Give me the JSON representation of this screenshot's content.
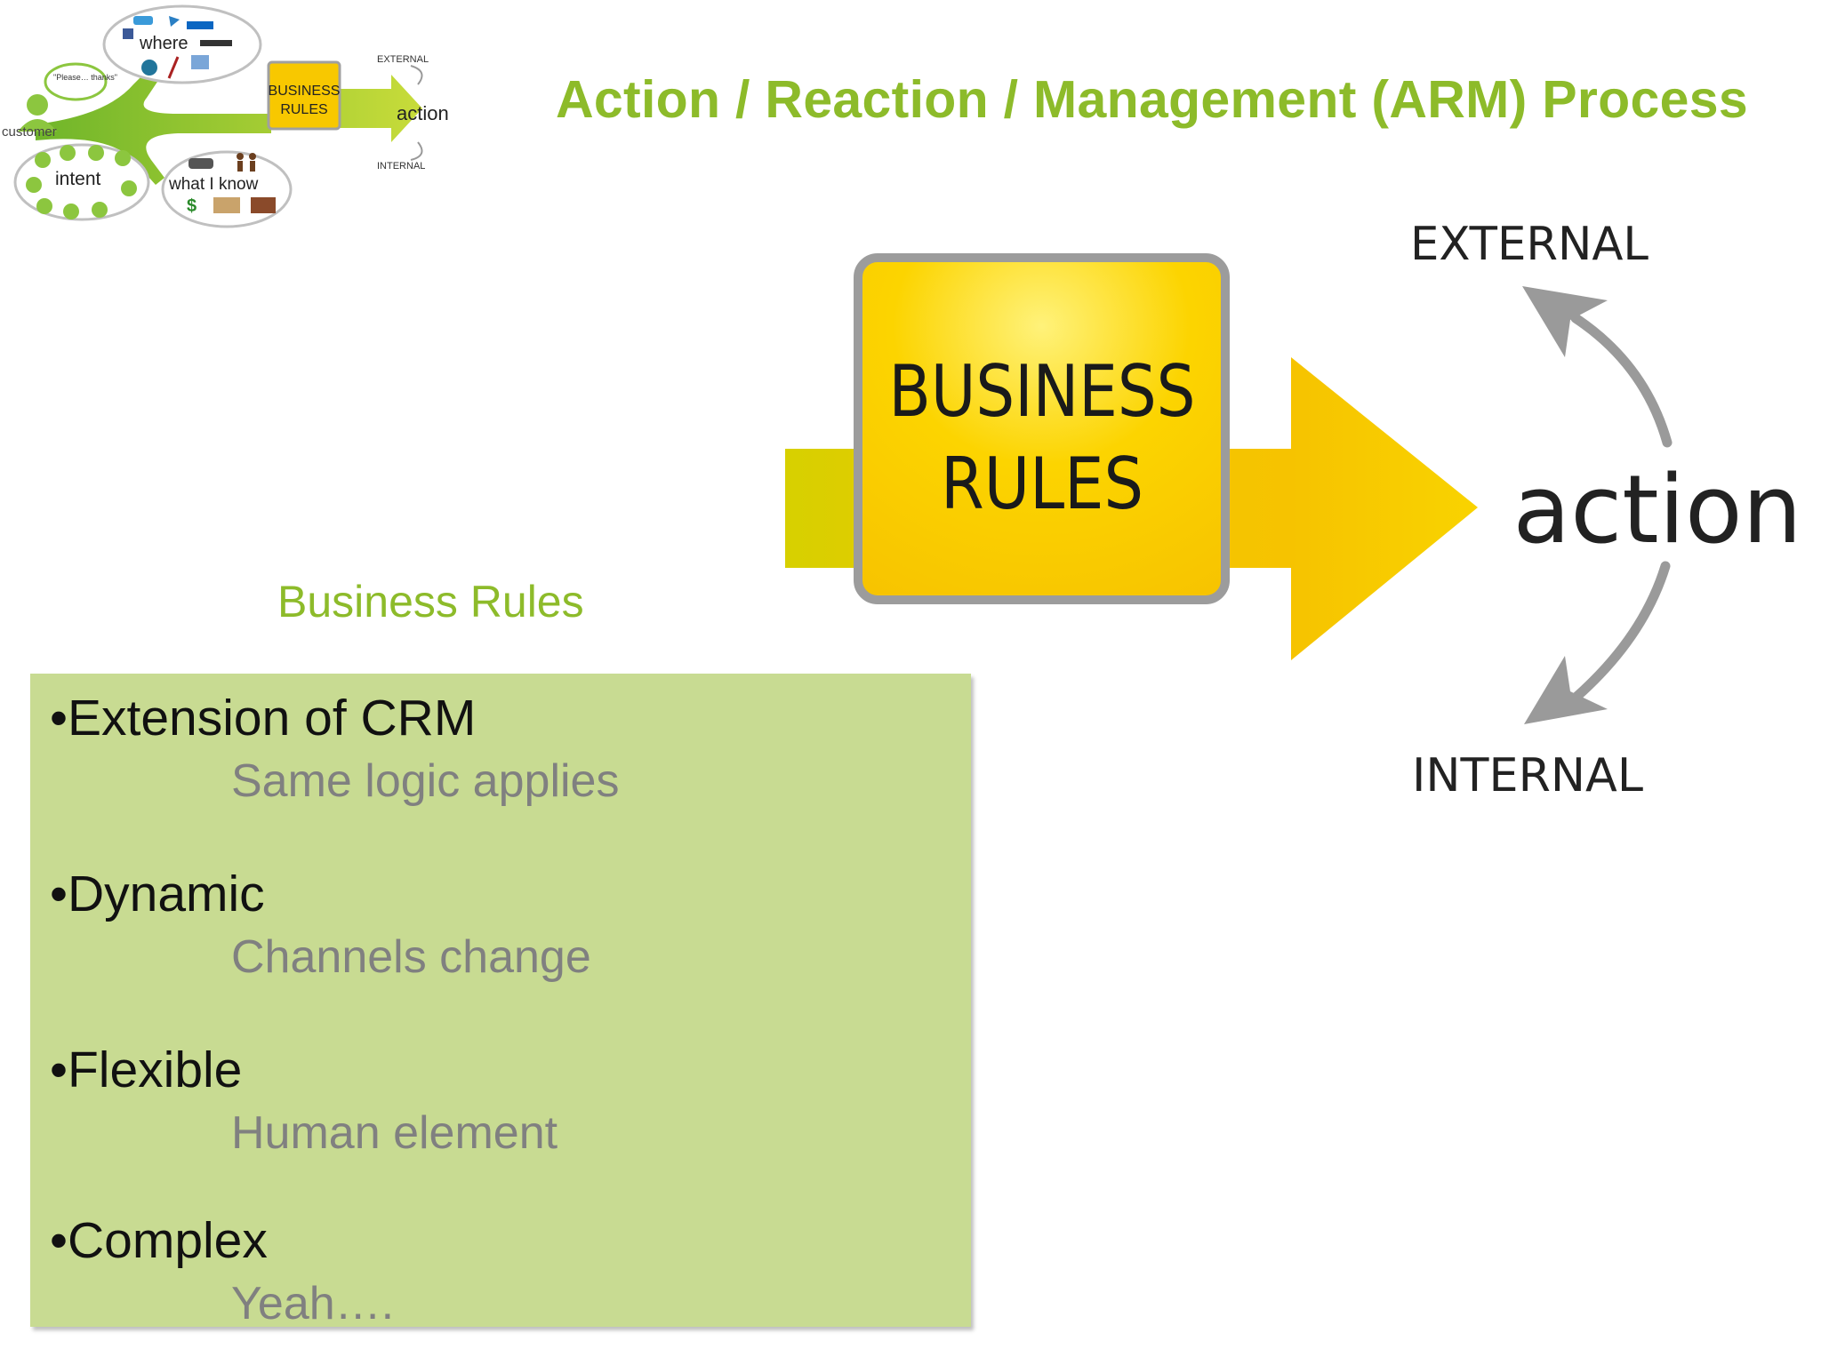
{
  "title": "Action / Reaction / Management (ARM) Process",
  "subtitle": "Business Rules",
  "bullets": [
    {
      "head": "Extension of CRM",
      "sub": "Same logic applies"
    },
    {
      "head": "Dynamic",
      "sub": "Channels change"
    },
    {
      "head": "Flexible",
      "sub": "Human element"
    },
    {
      "head": "Complex",
      "sub": "Yeah…."
    }
  ],
  "diagram": {
    "box_line1": "BUSINESS",
    "box_line2": "RULES",
    "action": "action",
    "external": "EXTERNAL",
    "internal": "INTERNAL"
  },
  "thumbnail": {
    "customer": "customer",
    "bubble_please": "\"Please… thanks\"",
    "where": "where",
    "intent": "intent",
    "what_i_know": "what I know",
    "box_line1": "BUSINESS",
    "box_line2": "RULES",
    "action": "action",
    "external": "EXTERNAL",
    "internal": "INTERNAL"
  },
  "colors": {
    "title_green": "#8dbb2a",
    "panel_green": "#c8db92",
    "arrow_yellow": "#f6c500",
    "box_border_gray": "#9e9e9e",
    "curve_arrow_gray": "#9a9a9a"
  }
}
